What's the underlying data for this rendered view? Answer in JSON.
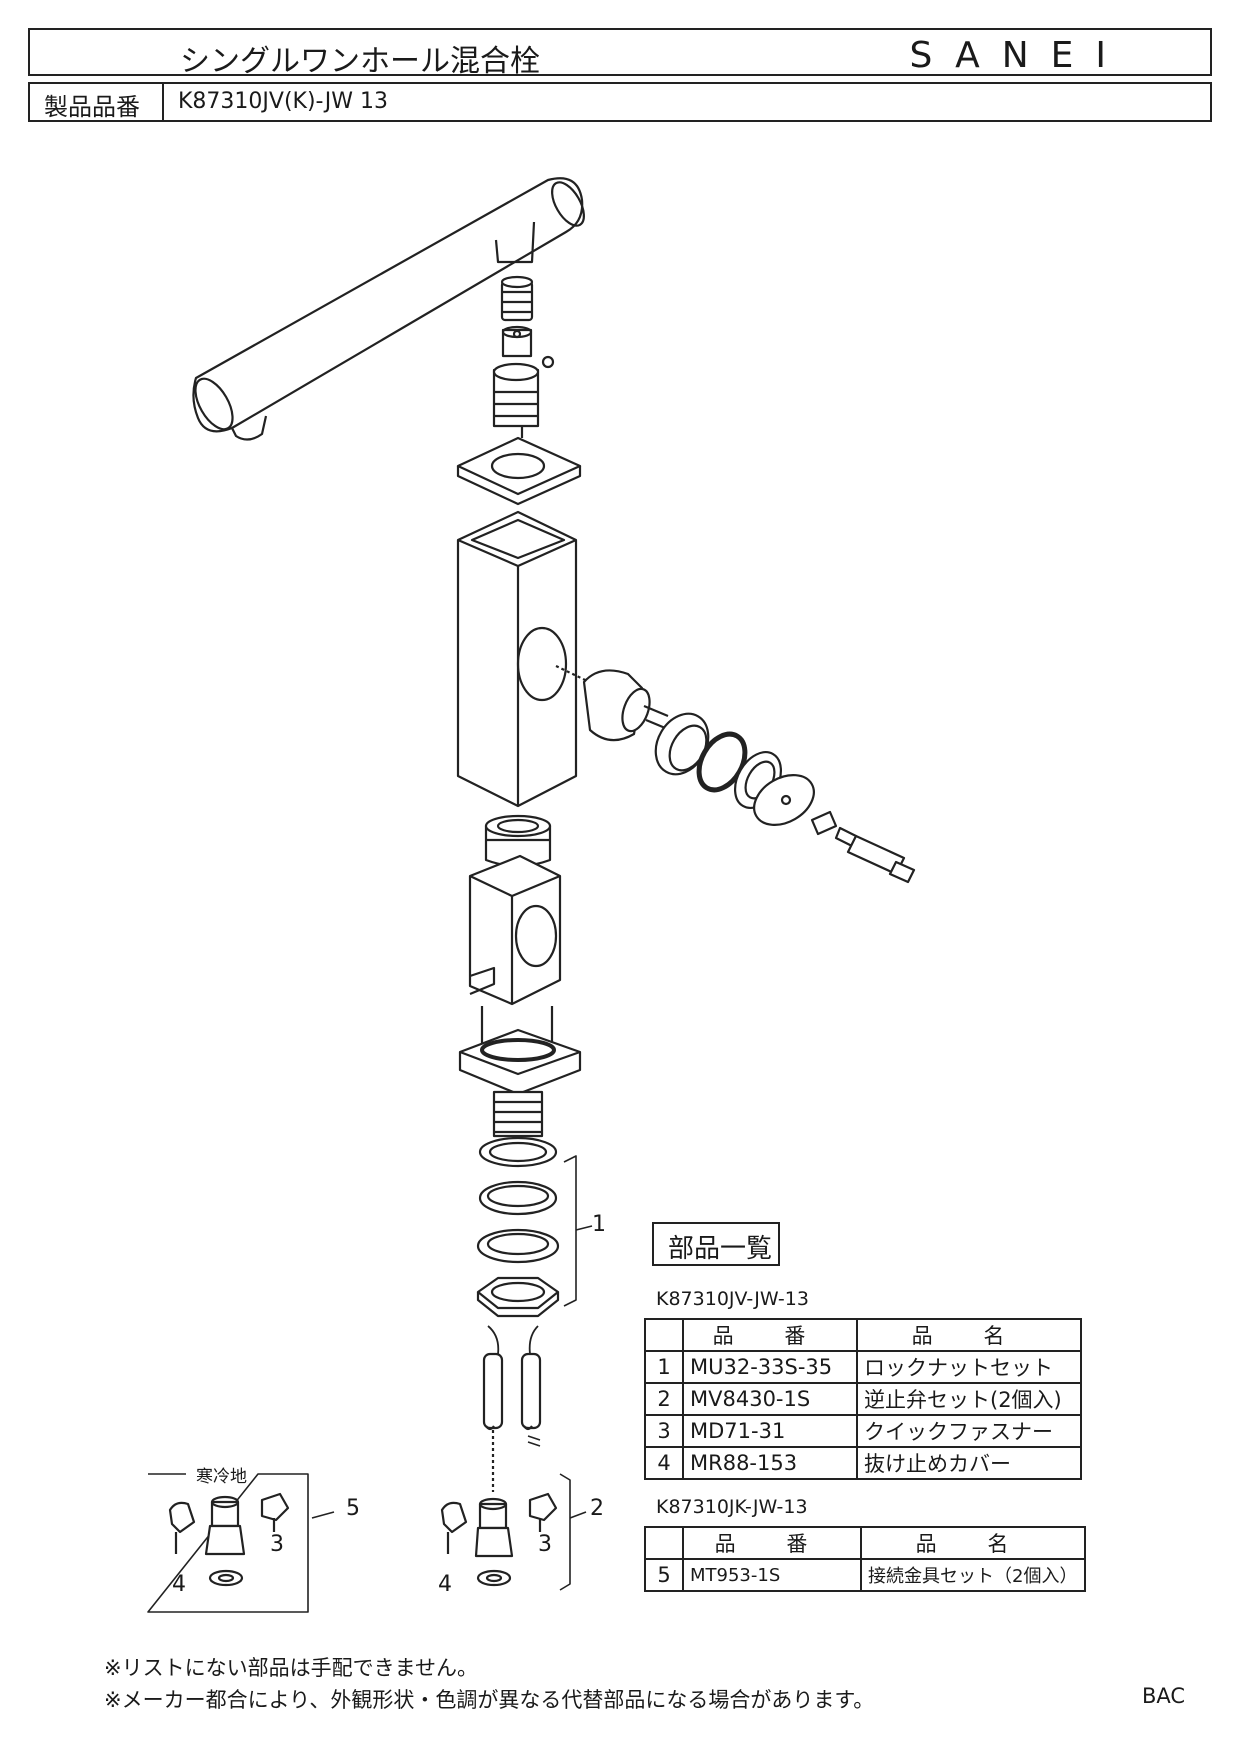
{
  "header": {
    "title": "シングルワンホール混合栓",
    "brand": "SANEI",
    "product_label": "製品品番",
    "product_number": "K87310JV(K)-JW 13"
  },
  "parts_list": {
    "heading": "部品一覧",
    "table1": {
      "model": "K87310JV-JW-13",
      "col_number": "品 番",
      "col_name": "品 名",
      "rows": [
        {
          "no": "1",
          "part": "MU32-33S-35",
          "name": "ロックナットセット"
        },
        {
          "no": "2",
          "part": "MV8430-1S",
          "name": "逆止弁セット(2個入)"
        },
        {
          "no": "3",
          "part": "MD71-31",
          "name": "クイックファスナー"
        },
        {
          "no": "4",
          "part": "MR88-153",
          "name": "抜け止めカバー"
        }
      ]
    },
    "table2": {
      "model": "K87310JK-JW-13",
      "col_number": "品 番",
      "col_name": "品 名",
      "rows": [
        {
          "no": "5",
          "part": "MT953-1S",
          "name": "接続金具セット（2個入）"
        }
      ]
    }
  },
  "diagram": {
    "cold_region_label": "寒冷地",
    "callouts": {
      "c1": "1",
      "c2": "2",
      "c3a": "3",
      "c3b": "3",
      "c4a": "4",
      "c4b": "4",
      "c5": "5"
    }
  },
  "notes": {
    "line1": "※リストにない部品は手配できません。",
    "line2": "※メーカー都合により、外観形状・色調が異なる代替部品になる場合があります。"
  },
  "footer_code": "BAC"
}
